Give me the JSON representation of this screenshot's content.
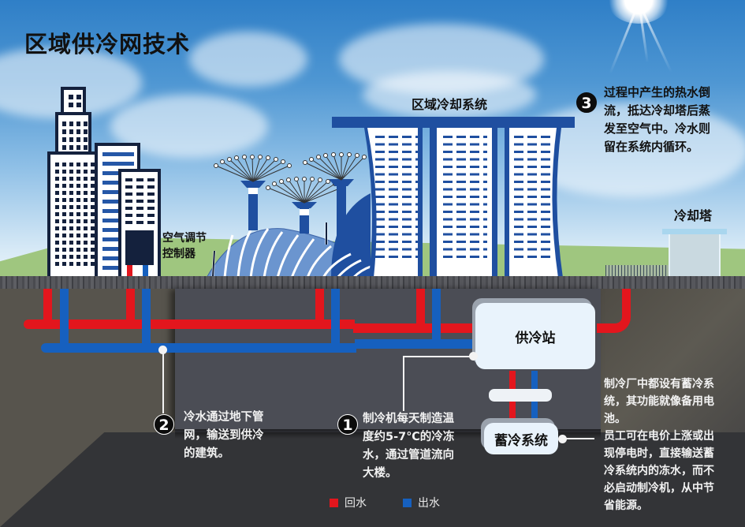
{
  "title": "区域供冷网技术",
  "labels": {
    "district_cooling_system": "区域冷却系统",
    "cooling_tower": "冷却塔",
    "air_controller_line1": "空气调节",
    "air_controller_line2": "控制器",
    "cooling_station": "供冷站",
    "storage_system": "蓄冷系统"
  },
  "steps": [
    {
      "number": "1",
      "lines": [
        "制冷机每天制造温",
        "度约5-7℃的冷冻",
        "水，通过管道流向",
        "大楼。"
      ]
    },
    {
      "number": "2",
      "lines": [
        "冷水通过地下管",
        "网，输送到供冷",
        "的建筑。"
      ]
    },
    {
      "number": "3",
      "lines": [
        "过程中产生的热水倒",
        "流，抵达冷却塔后蒸",
        "发至空气中。冷水则",
        "留在系统内循环。"
      ]
    }
  ],
  "storage_note": {
    "lines": [
      "制冷厂中都设有蓄冷系",
      "统，其功能就像备用电",
      "池。",
      "员工可在电价上涨或出",
      "现停电时，直接输送蓄",
      "冷系统内的冻水，而不",
      "必启动制冷机，从中节",
      "省能源。"
    ]
  },
  "legend": [
    {
      "label": "回水",
      "color": "#e3161d"
    },
    {
      "label": "出水",
      "color": "#1660bf"
    }
  ],
  "colors": {
    "return_water": "#e3161d",
    "supply_water": "#1660bf",
    "building_navy": "#14213d",
    "marina_blue": "#1f4fa0"
  }
}
